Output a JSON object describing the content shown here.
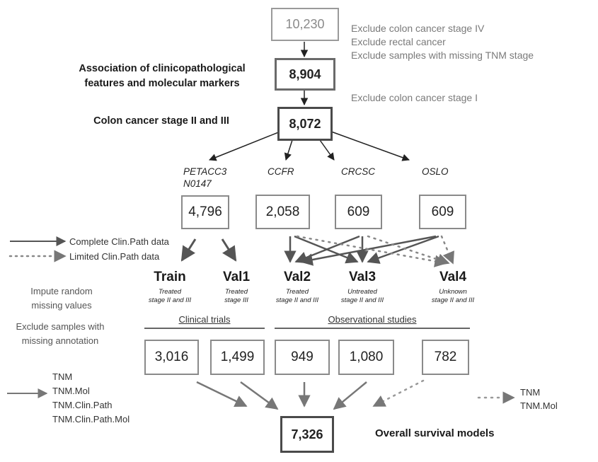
{
  "top": {
    "count": "10,230",
    "excludes": [
      "Exclude colon cancer stage IV",
      "Exclude rectal cancer",
      "Exclude samples with missing TNM stage"
    ]
  },
  "step2": {
    "count": "8,904",
    "label_line1": "Association of clinicopathological",
    "label_line2": "features and molecular markers",
    "exclude": "Exclude colon cancer stage I"
  },
  "step3": {
    "count": "8,072",
    "label": "Colon cancer stage II and III"
  },
  "cohorts": [
    {
      "name_line1": "PETACC3",
      "name_line2": "N0147",
      "count": "4,796"
    },
    {
      "name_line1": "CCFR",
      "name_line2": "",
      "count": "2,058"
    },
    {
      "name_line1": "CRCSC",
      "name_line2": "",
      "count": "609"
    },
    {
      "name_line1": "OSLO",
      "name_line2": "",
      "count": "609"
    }
  ],
  "legend_top": {
    "complete": "Complete Clin.Path data",
    "limited": "Limited Clin.Path data"
  },
  "sets": [
    {
      "name": "Train",
      "sub1": "Treated",
      "sub2": "stage II and III",
      "count": "3,016"
    },
    {
      "name": "Val1",
      "sub1": "Treated",
      "sub2": "stage III",
      "count": "1,499"
    },
    {
      "name": "Val2",
      "sub1": "Treated",
      "sub2": "stage II and III",
      "count": "949"
    },
    {
      "name": "Val3",
      "sub1": "Untreated",
      "sub2": "stage II and III",
      "count": "1,080"
    },
    {
      "name": "Val4",
      "sub1": "Unknown",
      "sub2": "stage II and III",
      "count": "782"
    }
  ],
  "side_notes": {
    "impute_line1": "Impute random",
    "impute_line2": "missing values",
    "exclude_line1": "Exclude samples with",
    "exclude_line2": "missing annotation"
  },
  "groups": {
    "clinical": "Clinical trials",
    "observational": "Observational studies"
  },
  "legend_bottom_left": [
    "TNM",
    "TNM.Mol",
    "TNM.Clin.Path",
    "TNM.Clin.Path.Mol"
  ],
  "legend_bottom_right": [
    "TNM",
    "TNM.Mol"
  ],
  "final": {
    "count": "7,326",
    "label": "Overall survival models"
  }
}
